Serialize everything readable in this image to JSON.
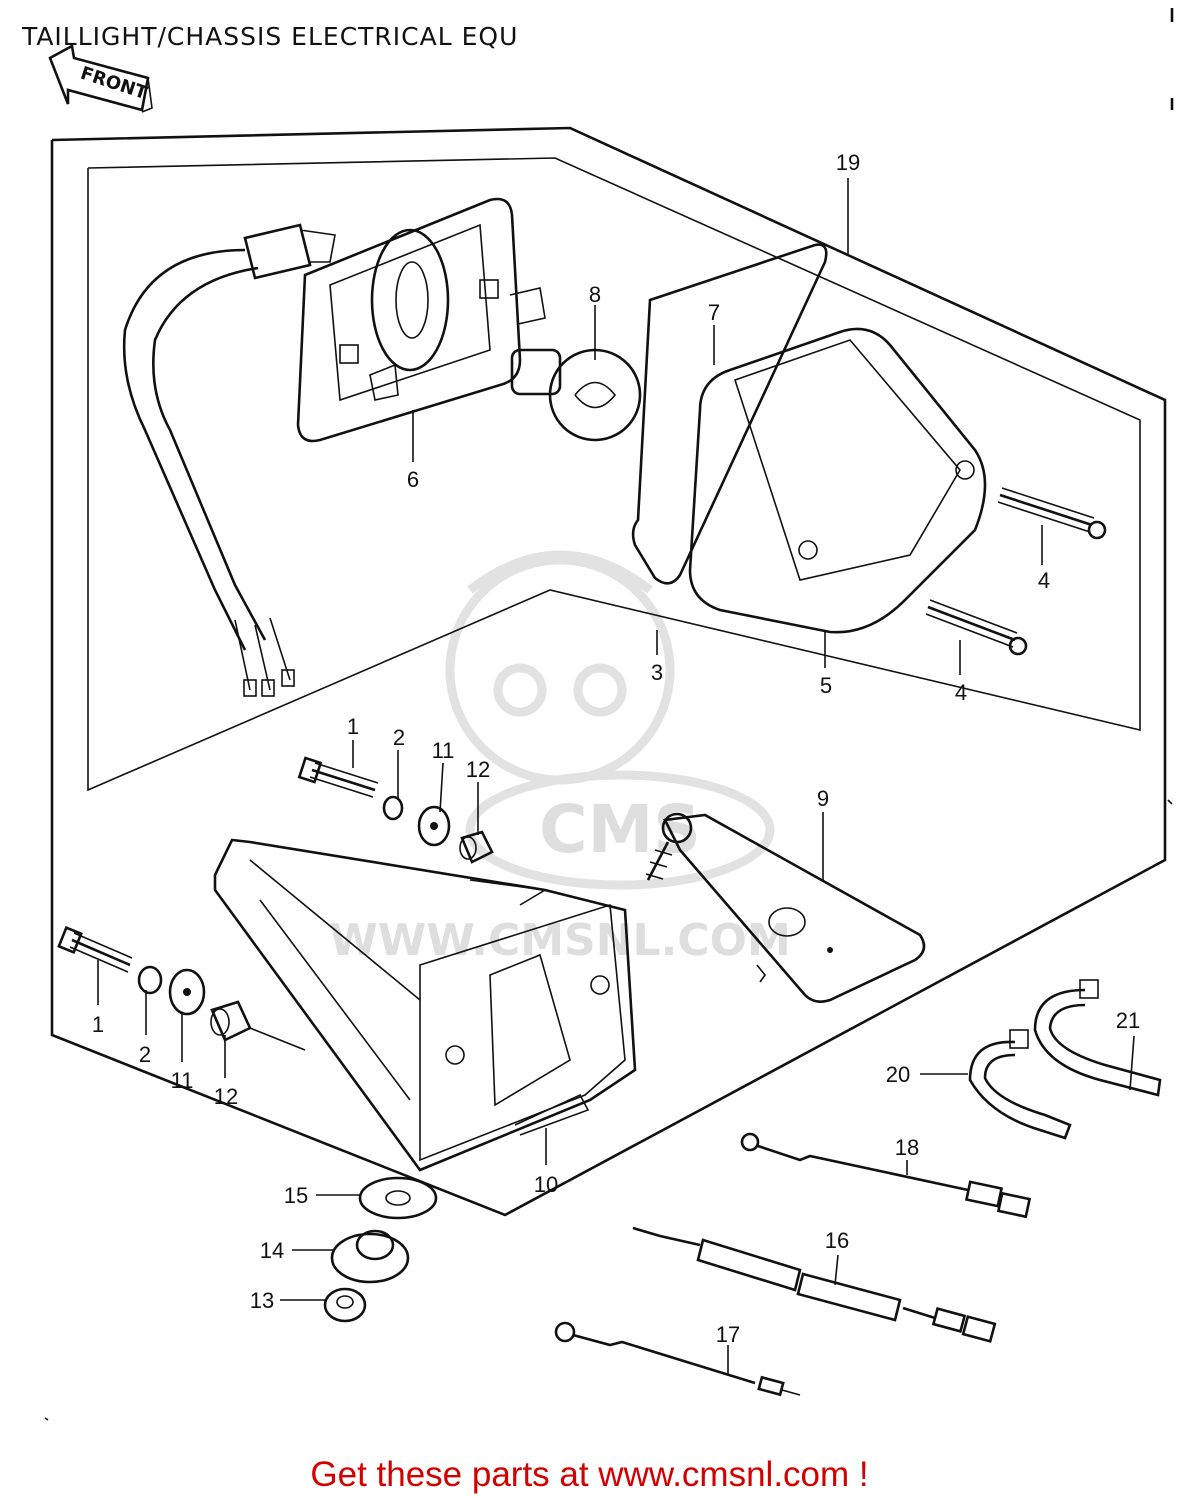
{
  "title": "TAILLIGHT/CHASSIS ELECTRICAL EQU",
  "front_marker": "FRONT",
  "watermark": {
    "logo_text": "CMS",
    "url_text": "WWW.CMSNL.COM"
  },
  "callouts": [
    {
      "id": "c19",
      "text": "19"
    },
    {
      "id": "c8",
      "text": "8"
    },
    {
      "id": "c7",
      "text": "7"
    },
    {
      "id": "c6",
      "text": "6"
    },
    {
      "id": "c4a",
      "text": "4"
    },
    {
      "id": "c4b",
      "text": "4"
    },
    {
      "id": "c5",
      "text": "5"
    },
    {
      "id": "c3",
      "text": "3"
    },
    {
      "id": "c1a",
      "text": "1"
    },
    {
      "id": "c2a",
      "text": "2"
    },
    {
      "id": "c11a",
      "text": "11"
    },
    {
      "id": "c12a",
      "text": "12"
    },
    {
      "id": "c9",
      "text": "9"
    },
    {
      "id": "c1b",
      "text": "1"
    },
    {
      "id": "c2b",
      "text": "2"
    },
    {
      "id": "c11b",
      "text": "11"
    },
    {
      "id": "c12b",
      "text": "12"
    },
    {
      "id": "c21",
      "text": "21"
    },
    {
      "id": "c20",
      "text": "20"
    },
    {
      "id": "c18",
      "text": "18"
    },
    {
      "id": "c10",
      "text": "10"
    },
    {
      "id": "c15",
      "text": "15"
    },
    {
      "id": "c16",
      "text": "16"
    },
    {
      "id": "c14",
      "text": "14"
    },
    {
      "id": "c13",
      "text": "13"
    },
    {
      "id": "c17",
      "text": "17"
    }
  ],
  "footer": "Get these parts at www.cmsnl.com !",
  "colors": {
    "line": "#111111",
    "watermark": "#e0e0e0",
    "footer": "#d40000"
  }
}
